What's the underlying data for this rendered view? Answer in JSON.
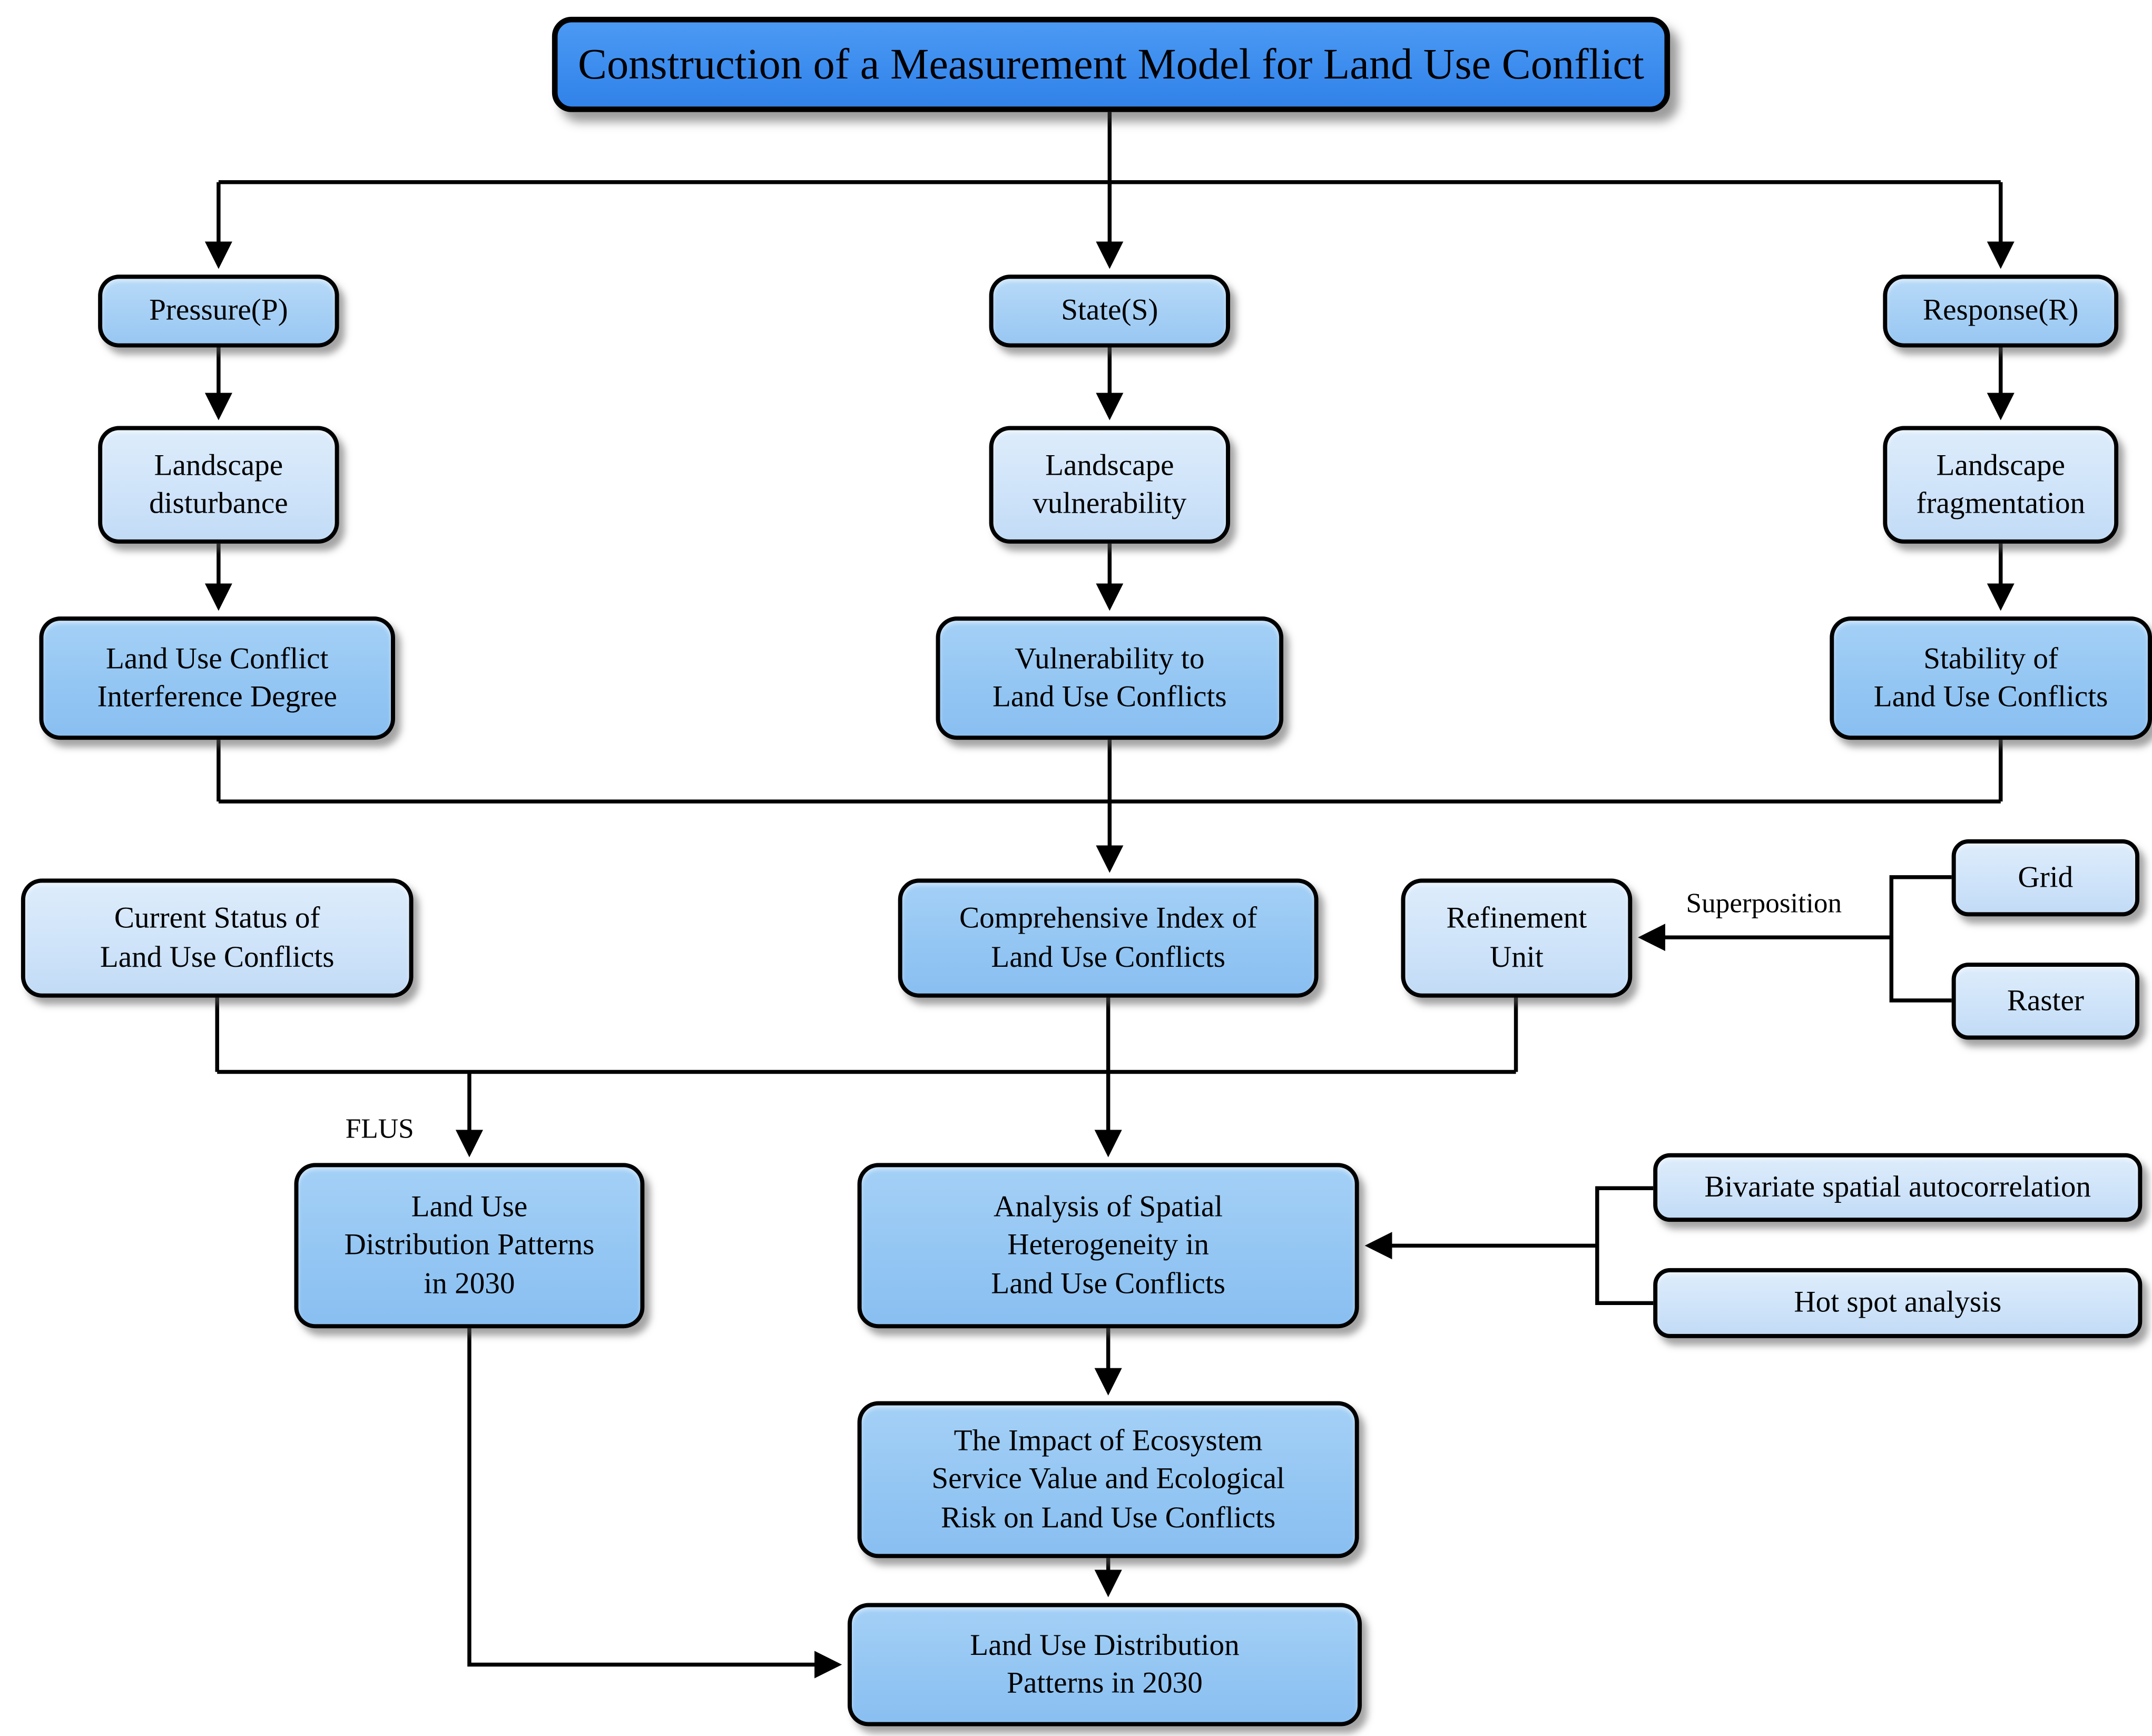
{
  "figure_title": "Construction of a Measurement Model for Land Use Conflict",
  "nodes": {
    "title": {
      "label": "Construction of a Measurement Model for Land Use Conflict"
    },
    "pressure": {
      "label": "Pressure(P)"
    },
    "state": {
      "label": "State(S)"
    },
    "response": {
      "label": "Response(R)"
    },
    "landscape_disturbance": {
      "label": "Landscape\ndisturbance"
    },
    "landscape_vulnerability": {
      "label": "Landscape\nvulnerability"
    },
    "landscape_fragmentation": {
      "label": "Landscape\nfragmentation"
    },
    "interference_degree": {
      "label": "Land Use Conflict\nInterference Degree"
    },
    "vulnerability_to_conflicts": {
      "label": "Vulnerability to\nLand Use Conflicts"
    },
    "stability_of_conflicts": {
      "label": "Stability of\nLand Use Conflicts"
    },
    "current_status": {
      "label": "Current Status of\nLand Use Conflicts"
    },
    "comprehensive_index": {
      "label": "Comprehensive Index of\nLand Use Conflicts"
    },
    "refinement_unit": {
      "label": "Refinement\nUnit"
    },
    "grid": {
      "label": "Grid"
    },
    "raster": {
      "label": "Raster"
    },
    "ludp_2030_left": {
      "label": "Land Use\nDistribution Patterns\nin 2030"
    },
    "spatial_heterogeneity": {
      "label": "Analysis of Spatial\nHeterogeneity in\nLand Use Conflicts"
    },
    "bivariate_autocorrelation": {
      "label": "Bivariate spatial autocorrelation"
    },
    "hot_spot_analysis": {
      "label": "Hot spot analysis"
    },
    "ecosystem_impact": {
      "label": "The Impact of Ecosystem\nService Value and Ecological\nRisk on Land Use Conflicts"
    },
    "ludp_2030_bottom": {
      "label": "Land Use Distribution\nPatterns in 2030"
    }
  },
  "edge_labels": {
    "flus": "FLUS",
    "superposition": "Superposition"
  },
  "theme": {
    "title_fill_top": "#4b99f2",
    "title_fill_bottom": "#3182e9",
    "row1_fill": "#a6cff5",
    "medium_fill": "#94c6f3",
    "light_fill": "#cee3f9",
    "border_color": "#000000",
    "text_color": "#000000",
    "line_color": "#000000"
  }
}
